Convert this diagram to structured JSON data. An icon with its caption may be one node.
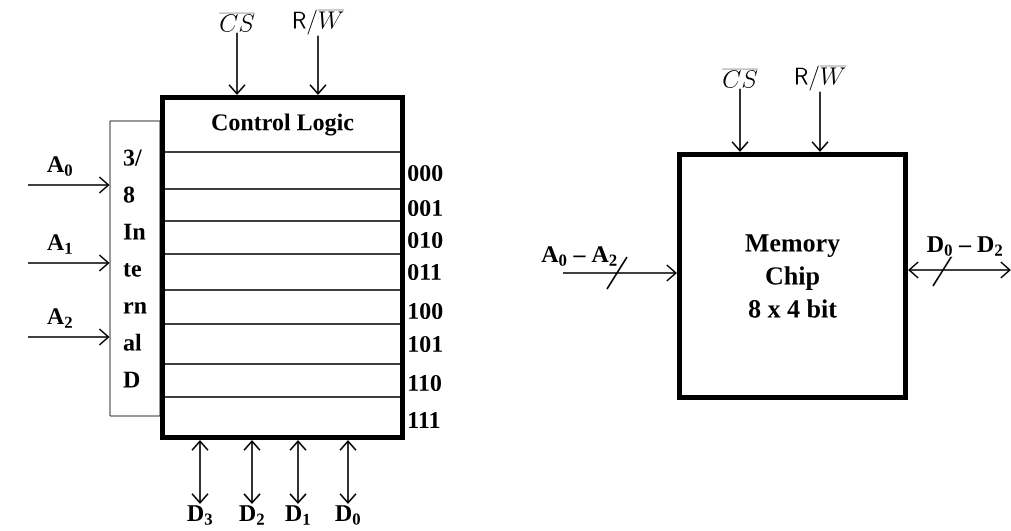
{
  "diagram": {
    "nodes": [
      {
        "text": [],
        "shape": "box"
      },
      {
        "text": [
          "Control Logic"
        ],
        "in": 0
      },
      {
        "text": [],
        "shape": "box",
        "in": 0,
        "beside": [
          "000"
        ]
      },
      {
        "text": [],
        "shape": "box",
        "in": 0,
        "beside": [
          "001"
        ]
      },
      {
        "text": [],
        "shape": "box",
        "in": 0,
        "beside": [
          "010"
        ]
      },
      {
        "text": [],
        "shape": "box",
        "in": 0,
        "beside": [
          "011"
        ]
      },
      {
        "text": [],
        "shape": "box",
        "in": 0,
        "beside": [
          "100"
        ]
      },
      {
        "text": [],
        "shape": "box",
        "in": 0,
        "beside": [
          "101"
        ]
      },
      {
        "text": [],
        "shape": "box",
        "in": 0,
        "beside": [
          "110"
        ]
      },
      {
        "text": [],
        "shape": "box",
        "in": 0,
        "beside": [
          "111"
        ]
      },
      {
        "text": [
          "3/ 8 In te rn al D"
        ]
      },
      {
        "text": [
          "\\overline{CS}"
        ]
      },
      {
        "text": [
          "\\mathsf{R}/\\overline{W}"
        ]
      },
      {
        "text": [
          "D$_{3}$"
        ]
      },
      {
        "text": [
          "D$_{2}$"
        ]
      },
      {
        "text": [
          "D$_{1}$"
        ]
      },
      {
        "text": [
          "D$_{0}$"
        ]
      },
      {
        "text": [
          "Memory Chip 8 x 4 bit"
        ]
      },
      {
        "text": [
          "\\overline{CS}"
        ]
      },
      {
        "text": [
          "\\mathsf{R}/\\overline{W}"
        ]
      }
    ],
    "edges": [
      {
        "from": 11,
        "to": 0,
        "arrow": "to"
      },
      {
        "from": 12,
        "to": 0,
        "arrow": "to"
      },
      {
        "from": null,
        "to": 10,
        "arrow": "to",
        "label": "A$_{0}$"
      },
      {
        "from": null,
        "to": 10,
        "arrow": "to",
        "label": "A$_{1}$"
      },
      {
        "from": null,
        "to": 10,
        "arrow": "to",
        "label": "A$_{2}$"
      },
      {
        "from": 0,
        "to": 13,
        "arrow": "both"
      },
      {
        "from": 0,
        "to": 14,
        "arrow": "both"
      },
      {
        "from": 0,
        "to": 15,
        "arrow": "both"
      },
      {
        "from": 0,
        "to": 16,
        "arrow": "both"
      },
      {
        "from": 18,
        "to": 17,
        "arrow": "to"
      },
      {
        "from": 19,
        "to": 17,
        "arrow": "to"
      },
      {
        "from": null,
        "to": 17,
        "arrow": "to",
        "label": "A$_{0}$ – A$_{2}$"
      },
      {
        "from": 17,
        "to": null,
        "arrow": "both",
        "label": "D$_{0}$ – D$_{2}$"
      }
    ]
  }
}
